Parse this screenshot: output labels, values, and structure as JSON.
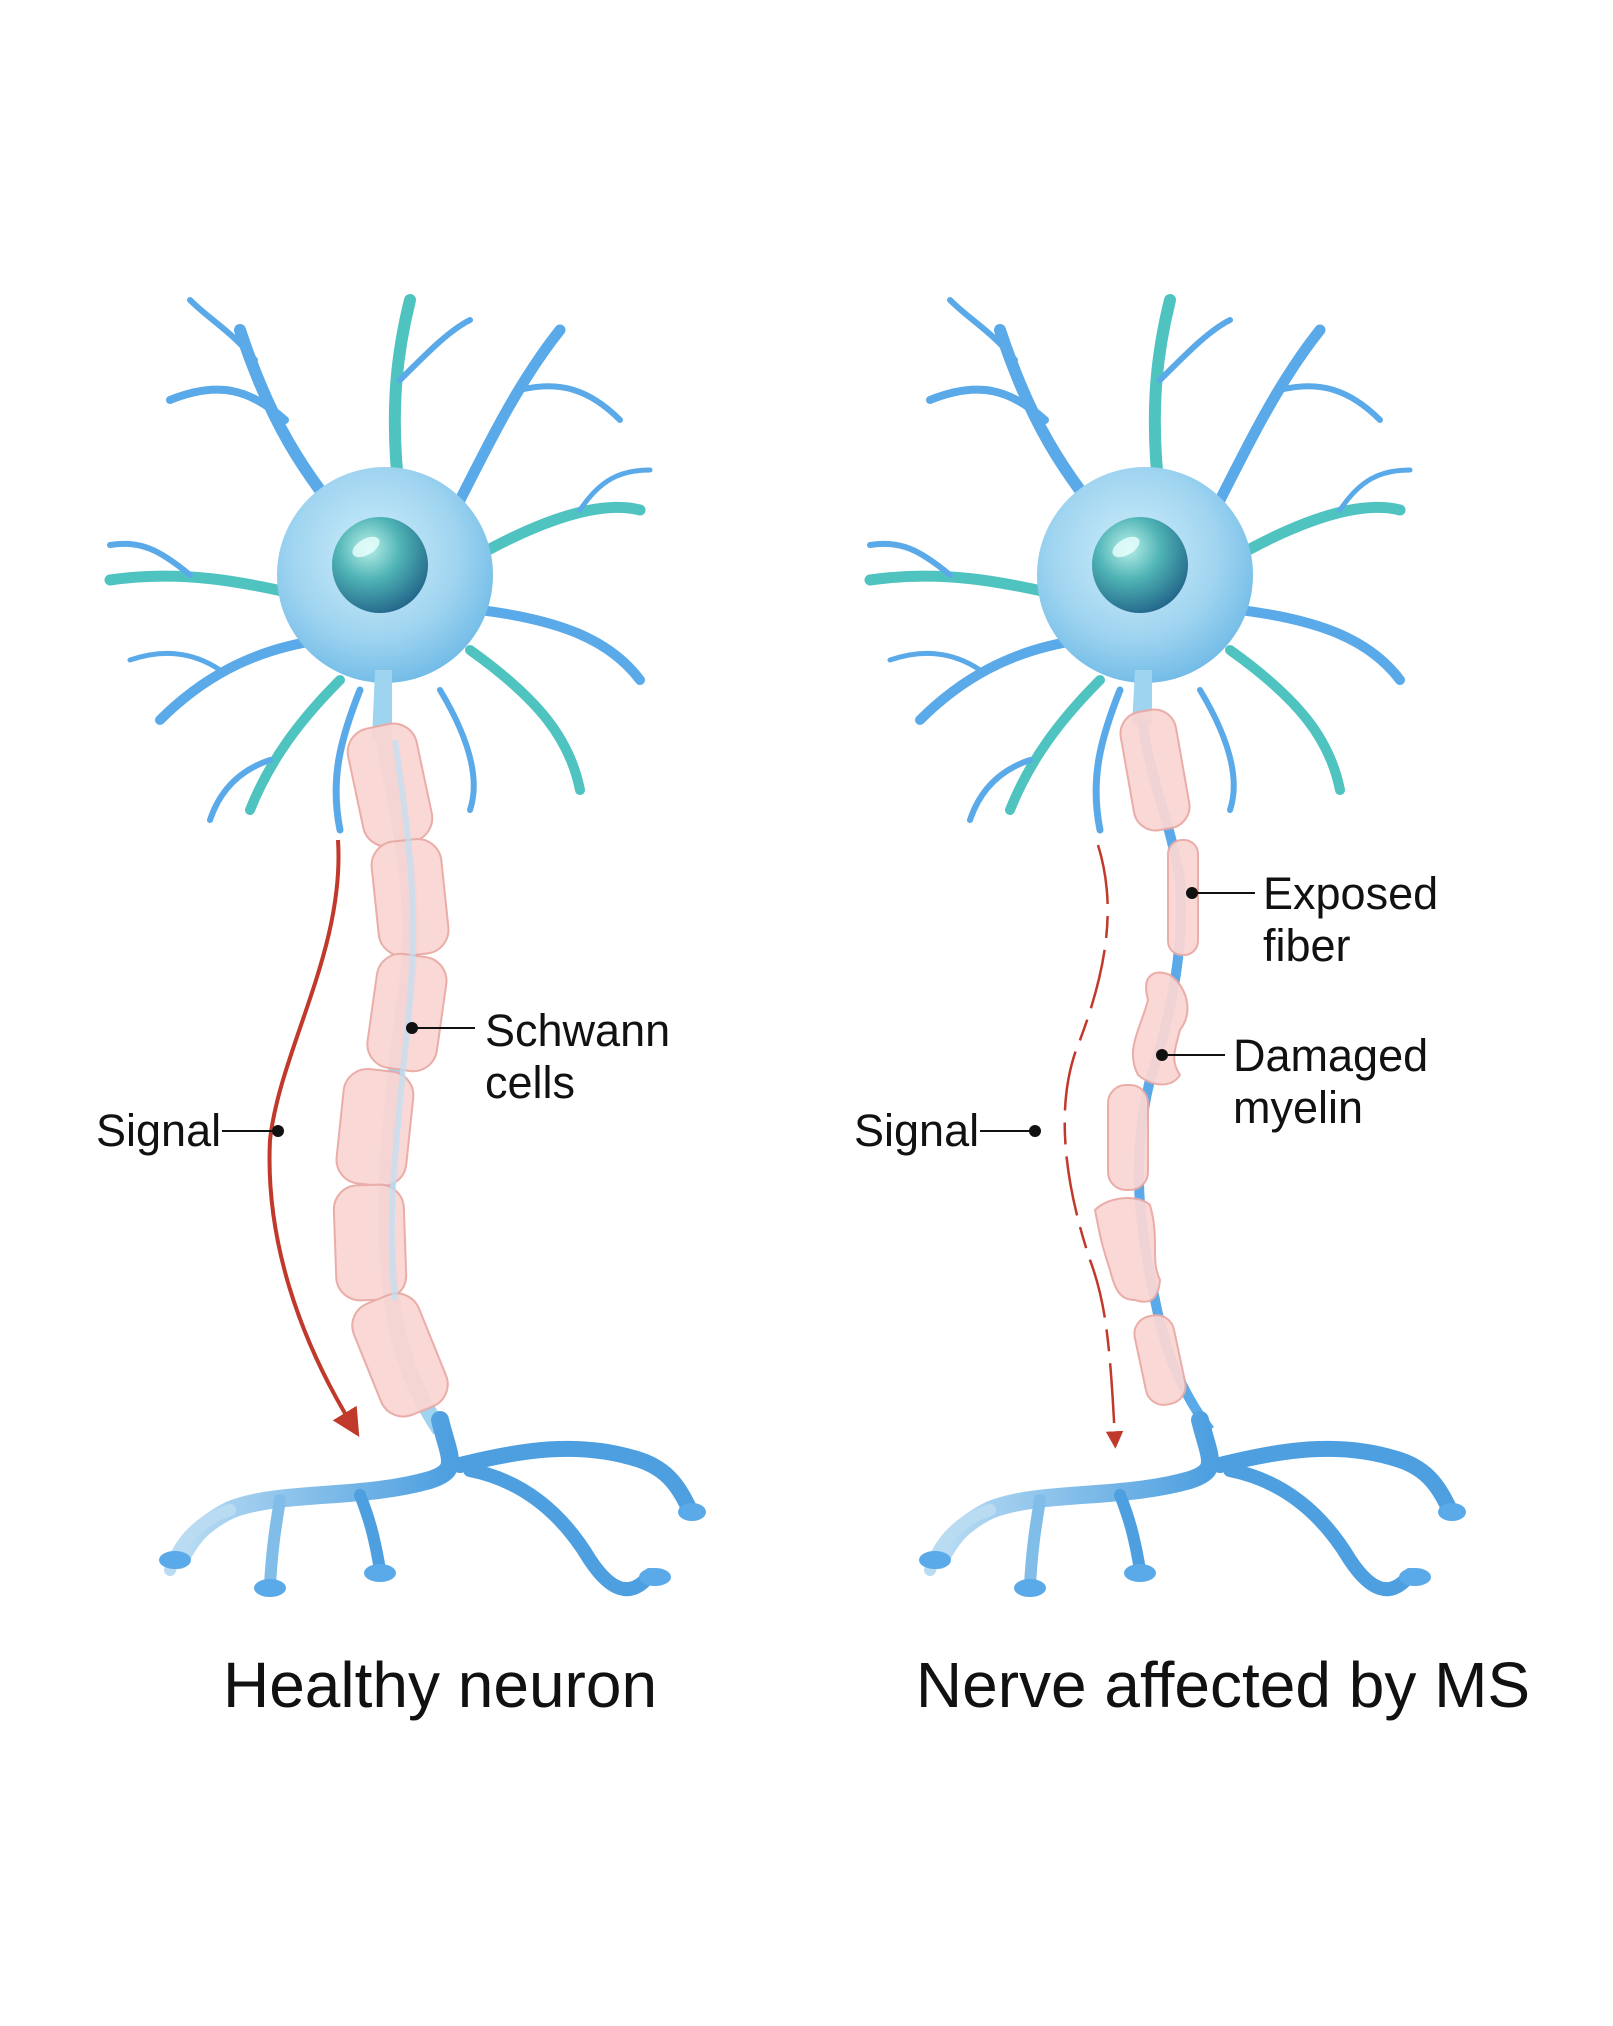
{
  "panels": {
    "healthy": {
      "caption": "Healthy neuron",
      "signal_label": "Signal",
      "schwann_label": [
        "Schwann",
        "cells"
      ]
    },
    "ms": {
      "caption": "Nerve affected by MS",
      "signal_label": "Signal",
      "exposed_label": [
        "Exposed",
        "fiber"
      ],
      "damaged_label": [
        "Damaged",
        "myelin"
      ]
    }
  },
  "colors": {
    "dendrite_blue": "#5aa9e8",
    "dendrite_teal": "#4fc3c0",
    "soma": "#9fd4f0",
    "nucleus": "#2f7f9a",
    "myelin": "#f9d6d3",
    "myelin_edge": "#e9a9a4",
    "signal": "#c0392b",
    "leader": "#111111"
  }
}
